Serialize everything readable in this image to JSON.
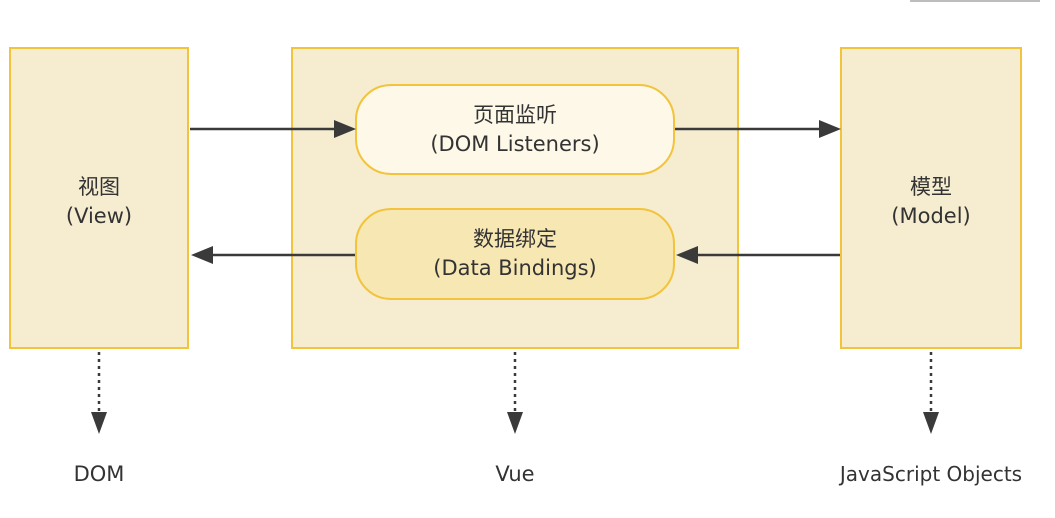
{
  "boxes": {
    "view": {
      "title": "视图",
      "subtitle": "(View)"
    },
    "model": {
      "title": "模型",
      "subtitle": "(Model)"
    }
  },
  "vue": {
    "listeners": {
      "title": "页面监听",
      "subtitle": "(DOM Listeners)"
    },
    "bindings": {
      "title": "数据绑定",
      "subtitle": "(Data Bindings)"
    }
  },
  "bottom_labels": {
    "dom": "DOM",
    "vue": "Vue",
    "js": "JavaScript Objects"
  },
  "colors": {
    "box_border": "#f2c33b",
    "box_fill": "#f6edd0",
    "listeners_fill": "#fdf8e8",
    "bindings_fill": "#f7e7b2",
    "arrow": "#3a3a3a"
  }
}
